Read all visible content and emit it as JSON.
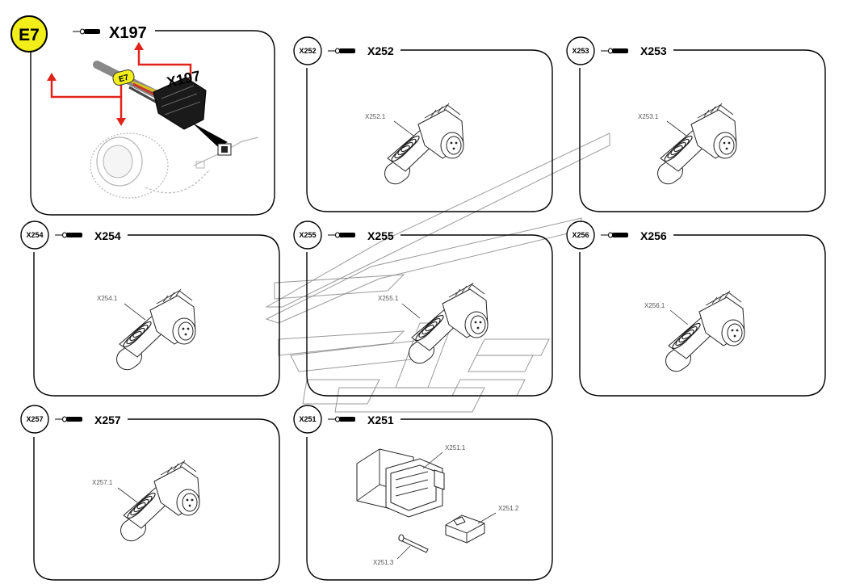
{
  "main_component": {
    "badge": "E7",
    "connector": "X197",
    "callout_badge": "E7",
    "callout_connector": "X197"
  },
  "panels": [
    {
      "id": "x252",
      "circle": "X252",
      "header": "X252",
      "part": "X252.1"
    },
    {
      "id": "x253",
      "circle": "X253",
      "header": "X253",
      "part": "X253.1"
    },
    {
      "id": "x254",
      "circle": "X254",
      "header": "X254",
      "part": "X254.1"
    },
    {
      "id": "x255",
      "circle": "X255",
      "header": "X255",
      "part": "X255.1"
    },
    {
      "id": "x256",
      "circle": "X256",
      "header": "X256",
      "part": "X256.1"
    },
    {
      "id": "x257",
      "circle": "X257",
      "header": "X257",
      "part": "X257.1"
    },
    {
      "id": "x251",
      "circle": "X251",
      "header": "X251",
      "parts": [
        "X251.1",
        "X251.2",
        "X251.3"
      ]
    }
  ],
  "colors": {
    "badge_yellow": "#f2ee1a",
    "arrow_red": "#e0241b"
  }
}
